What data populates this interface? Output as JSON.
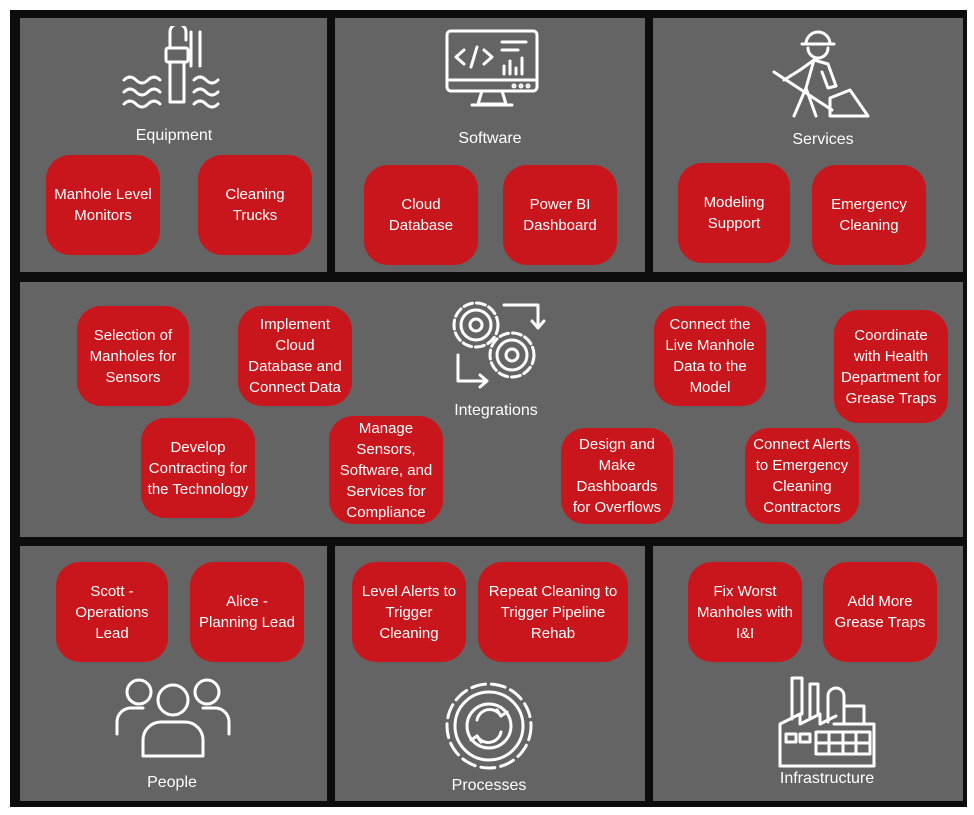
{
  "panels": {
    "equipment": {
      "label": "Equipment",
      "items": [
        "Manhole Level Monitors",
        "Cleaning Trucks"
      ]
    },
    "software": {
      "label": "Software",
      "items": [
        "Cloud Database",
        "Power BI Dashboard"
      ]
    },
    "services": {
      "label": "Services",
      "items": [
        "Modeling Support",
        "Emergency Cleaning"
      ]
    },
    "integrations": {
      "label": "Integrations",
      "items": [
        "Selection of Manholes for Sensors",
        "Implement Cloud Database and Connect Data",
        "Connect the Live Manhole Data to the Model",
        "Coordinate with Health Department for Grease Traps",
        "Develop Contracting for the Technology",
        "Manage Sensors, Software, and Services for Compliance",
        "Design and Make Dashboards for Overflows",
        "Connect Alerts to Emergency Cleaning Contractors"
      ]
    },
    "people": {
      "label": "People",
      "items": [
        "Scott - Operations Lead",
        "Alice - Planning Lead"
      ]
    },
    "processes": {
      "label": "Processes",
      "items": [
        "Level Alerts to Trigger Cleaning",
        "Repeat Cleaning to Trigger Pipeline Rehab"
      ]
    },
    "infrastructure": {
      "label": "Infrastructure",
      "items": [
        "Fix Worst Manholes with I&I",
        "Add More Grease Traps"
      ]
    }
  },
  "icons": {
    "equipment": "water-level-sensor-icon",
    "software": "monitor-code-icon",
    "services": "worker-shovel-icon",
    "integrations": "gears-cycle-icon",
    "people": "people-group-icon",
    "processes": "process-cycle-gear-icon",
    "infrastructure": "factory-icon"
  },
  "colors": {
    "frame": "#0d0d0d",
    "panel": "#646464",
    "pill": "#c8161c",
    "text": "#ffffff"
  }
}
